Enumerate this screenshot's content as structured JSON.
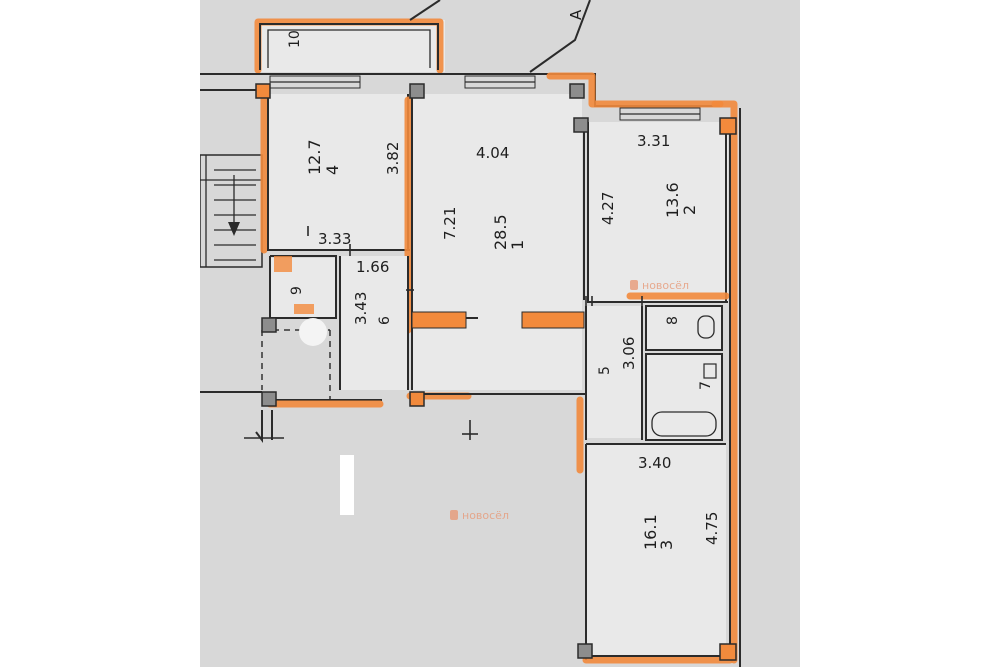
{
  "plan": {
    "rooms": [
      {
        "id": "1",
        "area": "28.5",
        "dim_a": "7.21",
        "dim_b": "4.04"
      },
      {
        "id": "2",
        "area": "13.6",
        "dim_a": "4.27",
        "dim_b": "3.31"
      },
      {
        "id": "3",
        "area": "16.1",
        "dim_a": "4.75",
        "dim_b": "3.40"
      },
      {
        "id": "4",
        "area": "12.7",
        "dim_a": "3.82",
        "dim_b": "3.33"
      },
      {
        "id": "5",
        "dim_a": "3.06"
      },
      {
        "id": "6",
        "dim_a": "3.43",
        "dim_b": "1.66"
      },
      {
        "id": "7"
      },
      {
        "id": "8"
      },
      {
        "id": "9"
      },
      {
        "id": "10"
      }
    ],
    "stair_letter": "А",
    "section_mark": "I",
    "watermark": "новосёл"
  },
  "colors": {
    "paper": "#d8d8d8",
    "wall_highlight": "#f28a3c",
    "lines": "#2b2b2b"
  }
}
